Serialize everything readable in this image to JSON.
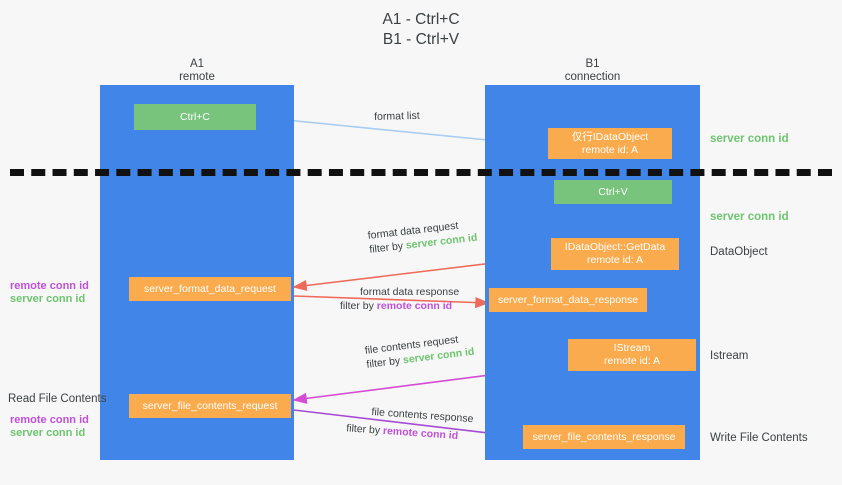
{
  "title": "A1 - Ctrl+C\nB1 - Ctrl+V",
  "colors": {
    "lane": "#4285e8",
    "green_node": "#79c47d",
    "orange_node": "#f9ab4e",
    "server_conn": "#6ec46f",
    "remote_conn": "#c050d8",
    "arrow_blue": "#a8cdf0",
    "arrow_red": "#ef6a5a",
    "arrow_magenta": "#d44bd4",
    "arrow_purple": "#a64bd4",
    "arrow_black": "#1a1a1a",
    "divider": "#111111",
    "background": "#f7f7f7"
  },
  "lanes": [
    {
      "name": "lane-a",
      "title": "A1",
      "subtitle": "remote"
    },
    {
      "name": "lane-b",
      "title": "B1",
      "subtitle": "connection"
    }
  ],
  "nodes": {
    "ctrl_c": {
      "line1": "Ctrl+C",
      "line2": ""
    },
    "idataobject_top": {
      "line1": "仅行IDataObject",
      "line2": "remote id: A"
    },
    "ctrl_v": {
      "line1": "Ctrl+V",
      "line2": ""
    },
    "getdata": {
      "line1": "IDataObject::GetData",
      "line2": "remote id: A"
    },
    "istream": {
      "line1": "IStream",
      "line2": "remote id: A"
    },
    "server_format_data_request": {
      "line1": "server_format_data_request",
      "line2": ""
    },
    "server_format_data_response": {
      "line1": "server_format_data_response",
      "line2": ""
    },
    "server_file_contents_request": {
      "line1": "server_file_contents_request",
      "line2": ""
    },
    "server_file_contents_response": {
      "line1": "server_file_contents_response",
      "line2": ""
    }
  },
  "side_labels": {
    "server_conn_id_1": "server conn id",
    "server_conn_id_2": "server conn id",
    "dataobject": "DataObject",
    "istream": "Istream",
    "write_file_contents": "Write File Contents",
    "read_file_contents": "Read File Contents"
  },
  "legends": {
    "mid_remote": "remote conn id",
    "mid_server": "server conn id",
    "bottom_remote": "remote conn id",
    "bottom_server": "server conn id"
  },
  "edges": [
    {
      "name": "format-list",
      "label": "format list",
      "filter_prefix": "",
      "filter_value": "",
      "filter_kind": ""
    },
    {
      "name": "format-data-request",
      "label": "format data request",
      "filter_prefix": "filter by ",
      "filter_value": "server conn id",
      "filter_kind": "server"
    },
    {
      "name": "format-data-response",
      "label": "format data response",
      "filter_prefix": "filter by ",
      "filter_value": "remote conn id",
      "filter_kind": "remote"
    },
    {
      "name": "file-contents-request",
      "label": "file contents request",
      "filter_prefix": "filter by ",
      "filter_value": "server conn id",
      "filter_kind": "server"
    },
    {
      "name": "file-contents-response",
      "label": "file contents response",
      "filter_prefix": "filter by ",
      "filter_value": "remote conn id",
      "filter_kind": "remote"
    }
  ]
}
